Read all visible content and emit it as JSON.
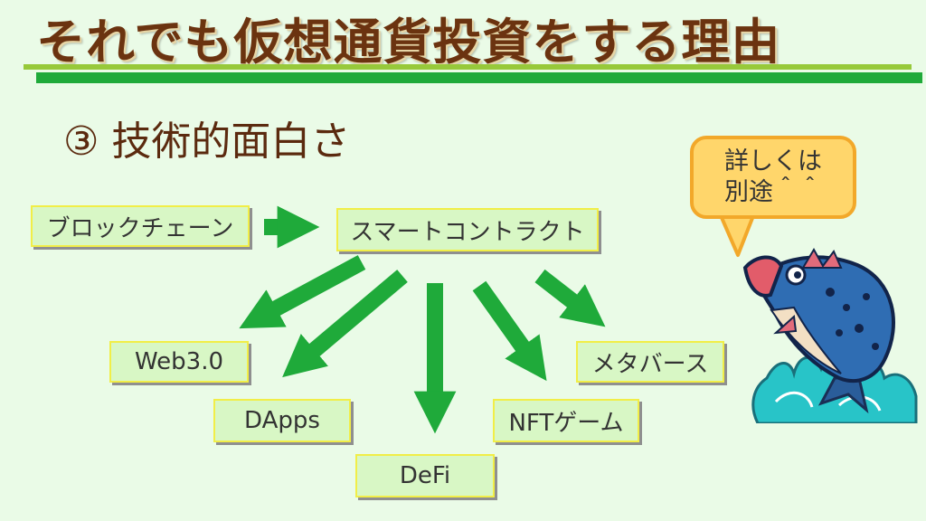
{
  "header": {
    "title": "それでも仮想通貨投資をする理由"
  },
  "subtitle": "③ 技術的面白さ",
  "diagram": {
    "source": "ブロックチェーン",
    "center": "スマートコントラクト",
    "branches": [
      "Web3.0",
      "DApps",
      "DeFi",
      "NFTゲーム",
      "メタバース"
    ]
  },
  "bubble": {
    "line1": "詳しくは",
    "line2": "別途＾＾"
  },
  "colors": {
    "background": "#eafbe7",
    "title": "#6b3310",
    "arrow": "#1faa3a",
    "box_fill": "#d8f7c5",
    "box_border": "#f1ee47",
    "bubble_fill": "#ffd66b",
    "bubble_border": "#f2a82a"
  },
  "icons": {
    "mascot": "fish-icon"
  }
}
